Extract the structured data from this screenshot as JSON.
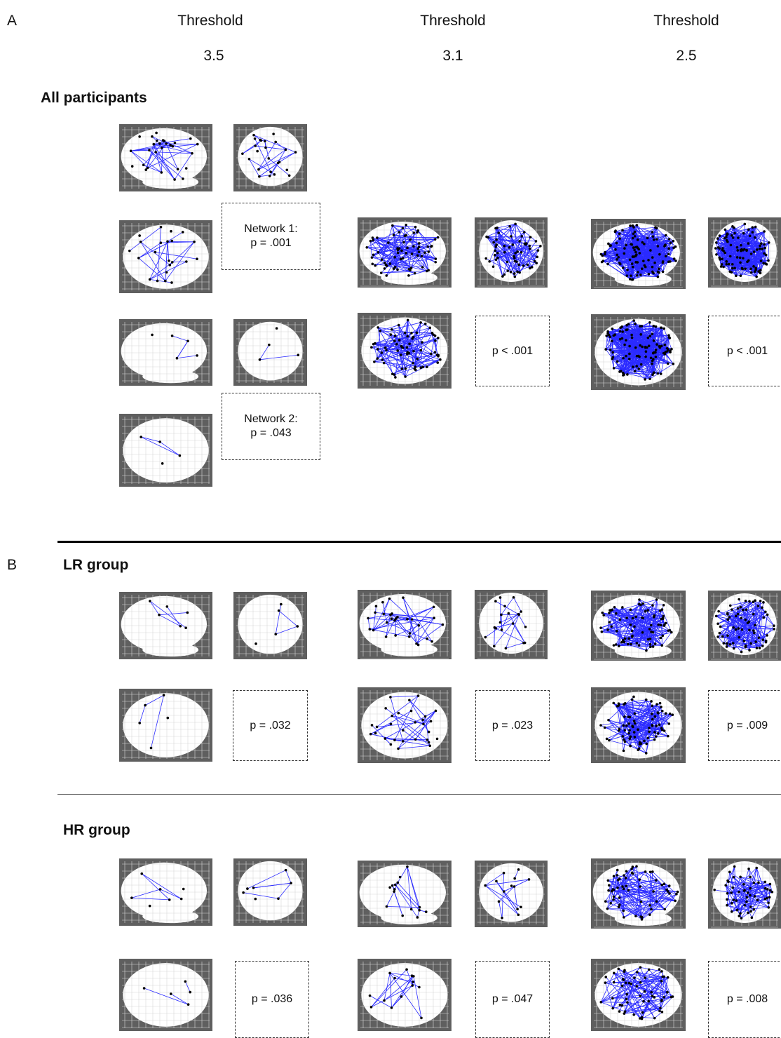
{
  "panel_a": {
    "letter": "A",
    "thresholds": [
      {
        "label": "Threshold",
        "value": "3.5"
      },
      {
        "label": "Threshold",
        "value": "3.1"
      },
      {
        "label": "Threshold",
        "value": "2.5"
      }
    ],
    "section_title": "All participants",
    "network1": {
      "line1": "Network 1:",
      "line2": "p = .001"
    },
    "network2": {
      "line1": "Network 2:",
      "line2": "p = .043"
    },
    "p_31": "p < .001",
    "p_25": "p < .001"
  },
  "panel_b": {
    "letter": "B",
    "lr": {
      "title": "LR group",
      "p_35": "p = .032",
      "p_31": "p = .023",
      "p_25": "p = .009"
    },
    "hr": {
      "title": "HR group",
      "p_35": "p = .036",
      "p_31": "p = .047",
      "p_25": "p = .008"
    }
  },
  "colors": {
    "edge": "#2b2bff",
    "node": "#000000",
    "brain_bg": "#5f5f5f",
    "brain_fill": "#ffffff",
    "grid": "#d8d8d8"
  }
}
